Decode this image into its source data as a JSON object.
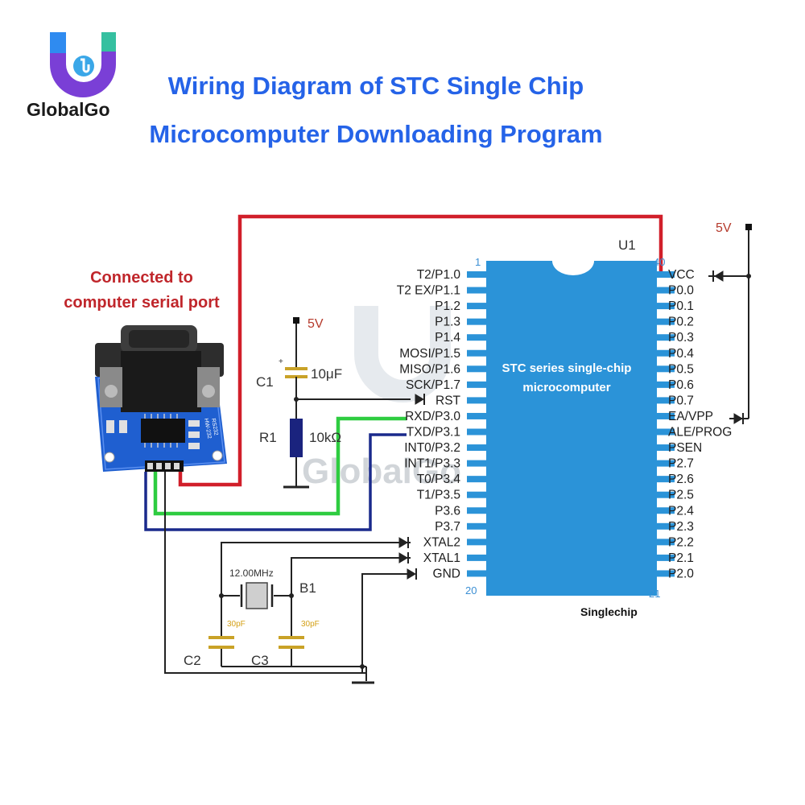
{
  "logo": {
    "brand": "GlobalGo"
  },
  "title": {
    "line1": "Wiring Diagram of STC Single Chip",
    "line2": "Microcomputer Downloading Program"
  },
  "serial_note": {
    "line1": "Connected to",
    "line2": "computer serial port"
  },
  "module": {
    "silk1": "HW-232",
    "silk2": "RS232"
  },
  "chip": {
    "designator": "U1",
    "label_line1": "STC series single-chip",
    "label_line2": "microcomputer",
    "caption": "Singlechip",
    "pin1": "1",
    "pin40": "40",
    "pin20": "20",
    "pin21": "21",
    "left_pins": [
      "T2/P1.0",
      "T2 EX/P1.1",
      "P1.2",
      "P1.3",
      "P1.4",
      "MOSI/P1.5",
      "MISO/P1.6",
      "SCK/P1.7",
      "RST",
      "RXD/P3.0",
      "TXD/P3.1",
      "INT0/P3.2",
      "INT1/P3.3",
      "T0/P3.4",
      "T1/P3.5",
      "P3.6",
      "P3.7",
      "XTAL2",
      "XTAL1",
      "GND"
    ],
    "right_pins": [
      "VCC",
      "P0.0",
      "P0.1",
      "P0.2",
      "P0.3",
      "P0.4",
      "P0.5",
      "P0.6",
      "P0.7",
      "EA/VPP",
      "ALE/PROG",
      "PSEN",
      "P2.7",
      "P2.6",
      "P2.5",
      "P2.4",
      "P2.3",
      "P2.2",
      "P2.1",
      "P2.0"
    ]
  },
  "components": {
    "supply_right": "5V",
    "supply_rst": "5V",
    "c1_name": "C1",
    "c1_value": "10μF",
    "r1_name": "R1",
    "r1_value": "10kΩ",
    "crystal_value": "12.00MHz",
    "crystal_name": "B1",
    "c2_name": "C2",
    "c3_name": "C3",
    "c2_value": "30pF",
    "c3_value": "30pF"
  },
  "watermark": "GlobalGo",
  "colors": {
    "title": "#2563e8",
    "vcc_wire": "#d11f2a",
    "rxd_wire": "#2ecc40",
    "txd_wire": "#1a2a8c",
    "chip": "#2b93d8",
    "note": "#c0262b"
  }
}
